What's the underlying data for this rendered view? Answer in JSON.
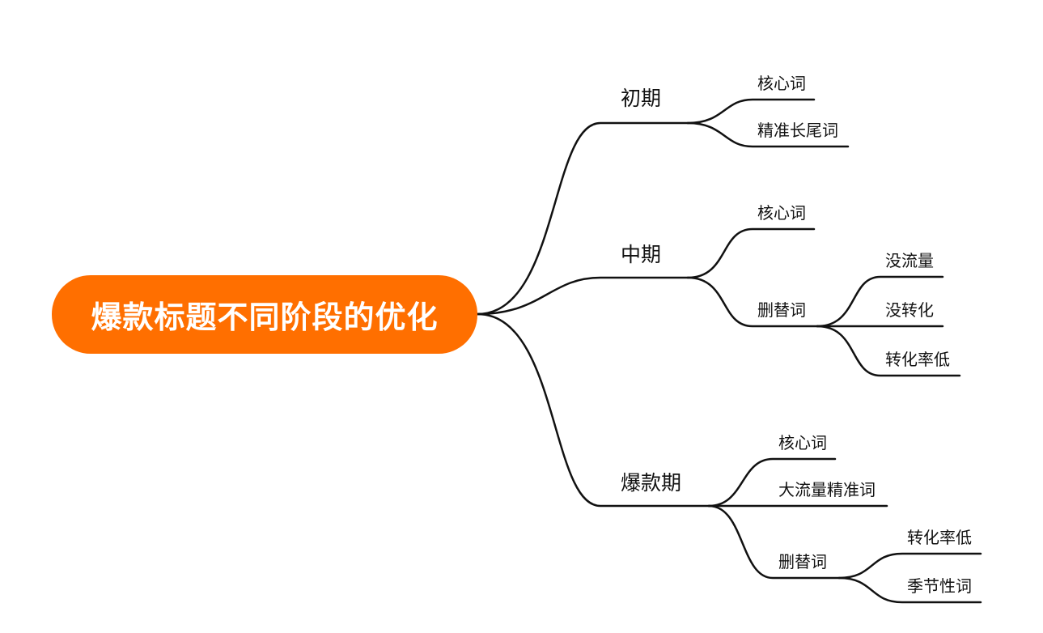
{
  "mindmap": {
    "root": "爆款标题不同阶段的优化",
    "root_color": "#FF6F00",
    "line_color": "#111111",
    "branches": [
      {
        "label": "初期",
        "children": [
          {
            "label": "核心词"
          },
          {
            "label": "精准长尾词"
          }
        ]
      },
      {
        "label": "中期",
        "children": [
          {
            "label": "核心词"
          },
          {
            "label": "删替词",
            "children": [
              {
                "label": "没流量"
              },
              {
                "label": "没转化"
              },
              {
                "label": "转化率低"
              }
            ]
          }
        ]
      },
      {
        "label": "爆款期",
        "children": [
          {
            "label": "核心词"
          },
          {
            "label": "大流量精准词"
          },
          {
            "label": "删替词",
            "children": [
              {
                "label": "转化率低"
              },
              {
                "label": "季节性词"
              }
            ]
          }
        ]
      }
    ]
  }
}
